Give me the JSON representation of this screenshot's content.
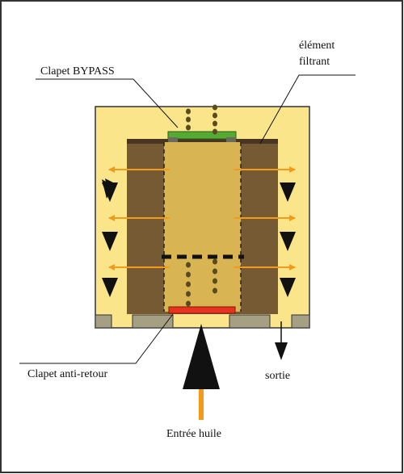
{
  "labels": {
    "bypass": "Clapet BYPASS",
    "element_line1": "élément",
    "element_line2": "filtrant",
    "anti_retour": "Clapet anti-retour",
    "sortie": "sortie",
    "entree": "Entrée huile"
  },
  "colors": {
    "housing": "#fbe58b",
    "filter_element": "#765a34",
    "core": "#d8b552",
    "flow_arrow": "#f39a1a",
    "bypass_valve": "#55aa33",
    "check_valve": "#e8321e",
    "base_plate": "#a59f84"
  }
}
